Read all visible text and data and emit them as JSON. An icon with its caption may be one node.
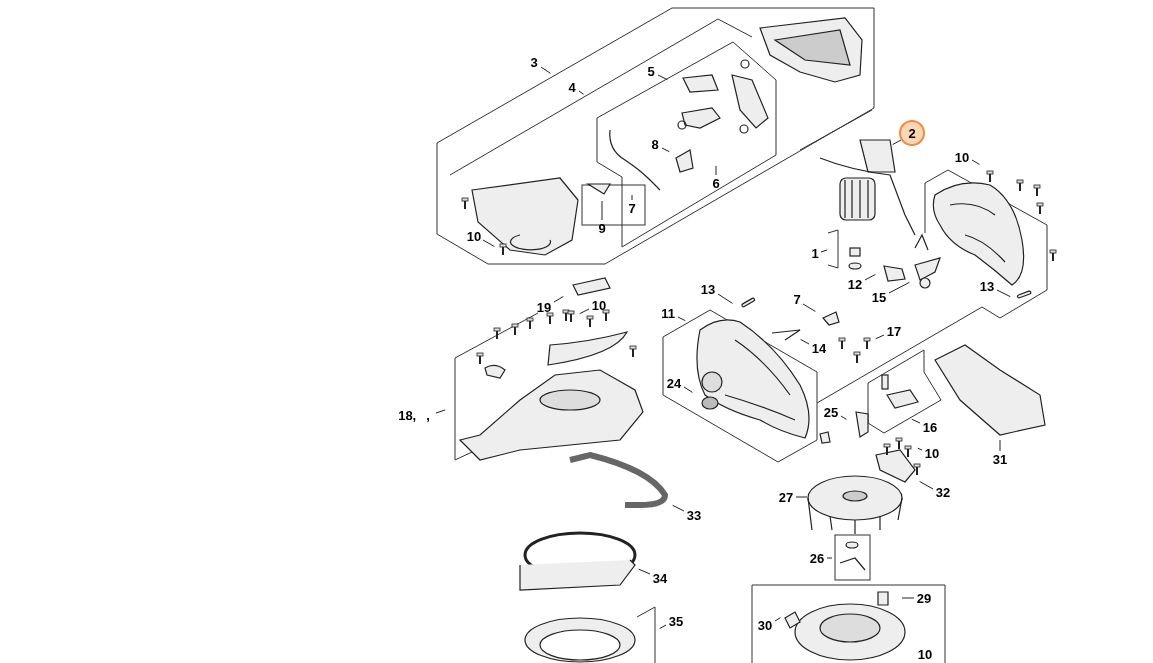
{
  "diagram": {
    "nodes": [
      {
        "text": [
          "3"
        ]
      },
      {
        "text": [
          "4"
        ]
      },
      {
        "text": [
          "5"
        ]
      },
      {
        "text": [
          "2"
        ]
      },
      {
        "text": [
          "8"
        ]
      },
      {
        "text": [
          "10"
        ]
      },
      {
        "text": [
          "6"
        ]
      },
      {
        "text": [
          "7"
        ]
      },
      {
        "text": [
          "9"
        ]
      },
      {
        "text": [
          "10"
        ]
      },
      {
        "text": [
          "1"
        ]
      },
      {
        "text": [
          "12"
        ]
      },
      {
        "text": [
          "13"
        ]
      },
      {
        "text": [
          "13"
        ]
      },
      {
        "text": [
          "15"
        ]
      },
      {
        "text": [
          "19"
        ]
      },
      {
        "text": [
          "10"
        ]
      },
      {
        "text": [
          "7"
        ]
      },
      {
        "text": [
          "11"
        ]
      },
      {
        "text": [
          "17"
        ]
      },
      {
        "text": [
          "14"
        ]
      },
      {
        "text": [
          "24"
        ]
      },
      {
        "text": [
          "18,",
          ","
        ]
      },
      {
        "text": [
          "25"
        ]
      },
      {
        "text": [
          "16"
        ]
      },
      {
        "text": [
          "10"
        ]
      },
      {
        "text": [
          "31"
        ]
      },
      {
        "text": [
          "32"
        ]
      },
      {
        "text": [
          "27"
        ]
      },
      {
        "text": [
          "33"
        ]
      },
      {
        "text": [
          "26"
        ]
      },
      {
        "text": [
          "34"
        ]
      },
      {
        "text": [
          "29"
        ]
      },
      {
        "text": [
          "35"
        ]
      },
      {
        "text": [
          "30"
        ]
      },
      {
        "text": [
          "10"
        ]
      }
    ],
    "edges": [
      {
        "from": 0,
        "to": null,
        "arrow": "none"
      },
      {
        "from": 1,
        "to": null,
        "arrow": "none"
      },
      {
        "from": 2,
        "to": null,
        "arrow": "none"
      },
      {
        "from": 3,
        "to": null,
        "arrow": "none"
      },
      {
        "from": 4,
        "to": null,
        "arrow": "none"
      },
      {
        "from": 5,
        "to": null,
        "arrow": "none"
      },
      {
        "from": 6,
        "to": null,
        "arrow": "none"
      },
      {
        "from": 7,
        "to": null,
        "arrow": "none"
      },
      {
        "from": 8,
        "to": null,
        "arrow": "none"
      },
      {
        "from": 9,
        "to": null,
        "arrow": "none"
      },
      {
        "from": 10,
        "to": null,
        "arrow": "none"
      },
      {
        "from": 11,
        "to": null,
        "arrow": "none"
      },
      {
        "from": 12,
        "to": null,
        "arrow": "none"
      },
      {
        "from": 13,
        "to": null,
        "arrow": "none"
      },
      {
        "from": 14,
        "to": null,
        "arrow": "none"
      },
      {
        "from": 15,
        "to": null,
        "arrow": "none"
      },
      {
        "from": 16,
        "to": null,
        "arrow": "none"
      },
      {
        "from": 17,
        "to": null,
        "arrow": "none"
      },
      {
        "from": 18,
        "to": null,
        "arrow": "none"
      },
      {
        "from": 19,
        "to": null,
        "arrow": "none"
      },
      {
        "from": 20,
        "to": null,
        "arrow": "none"
      },
      {
        "from": 21,
        "to": null,
        "arrow": "none"
      },
      {
        "from": 22,
        "to": null,
        "arrow": "none"
      },
      {
        "from": 23,
        "to": null,
        "arrow": "none"
      },
      {
        "from": 24,
        "to": null,
        "arrow": "none"
      },
      {
        "from": 25,
        "to": null,
        "arrow": "none"
      },
      {
        "from": 26,
        "to": null,
        "arrow": "none"
      },
      {
        "from": 27,
        "to": null,
        "arrow": "none"
      },
      {
        "from": 28,
        "to": null,
        "arrow": "none"
      },
      {
        "from": 29,
        "to": null,
        "arrow": "none"
      },
      {
        "from": 30,
        "to": null,
        "arrow": "none"
      },
      {
        "from": 31,
        "to": null,
        "arrow": "none"
      },
      {
        "from": 32,
        "to": null,
        "arrow": "none"
      },
      {
        "from": 33,
        "to": null,
        "arrow": "none"
      },
      {
        "from": 34,
        "to": null,
        "arrow": "none"
      }
    ]
  }
}
